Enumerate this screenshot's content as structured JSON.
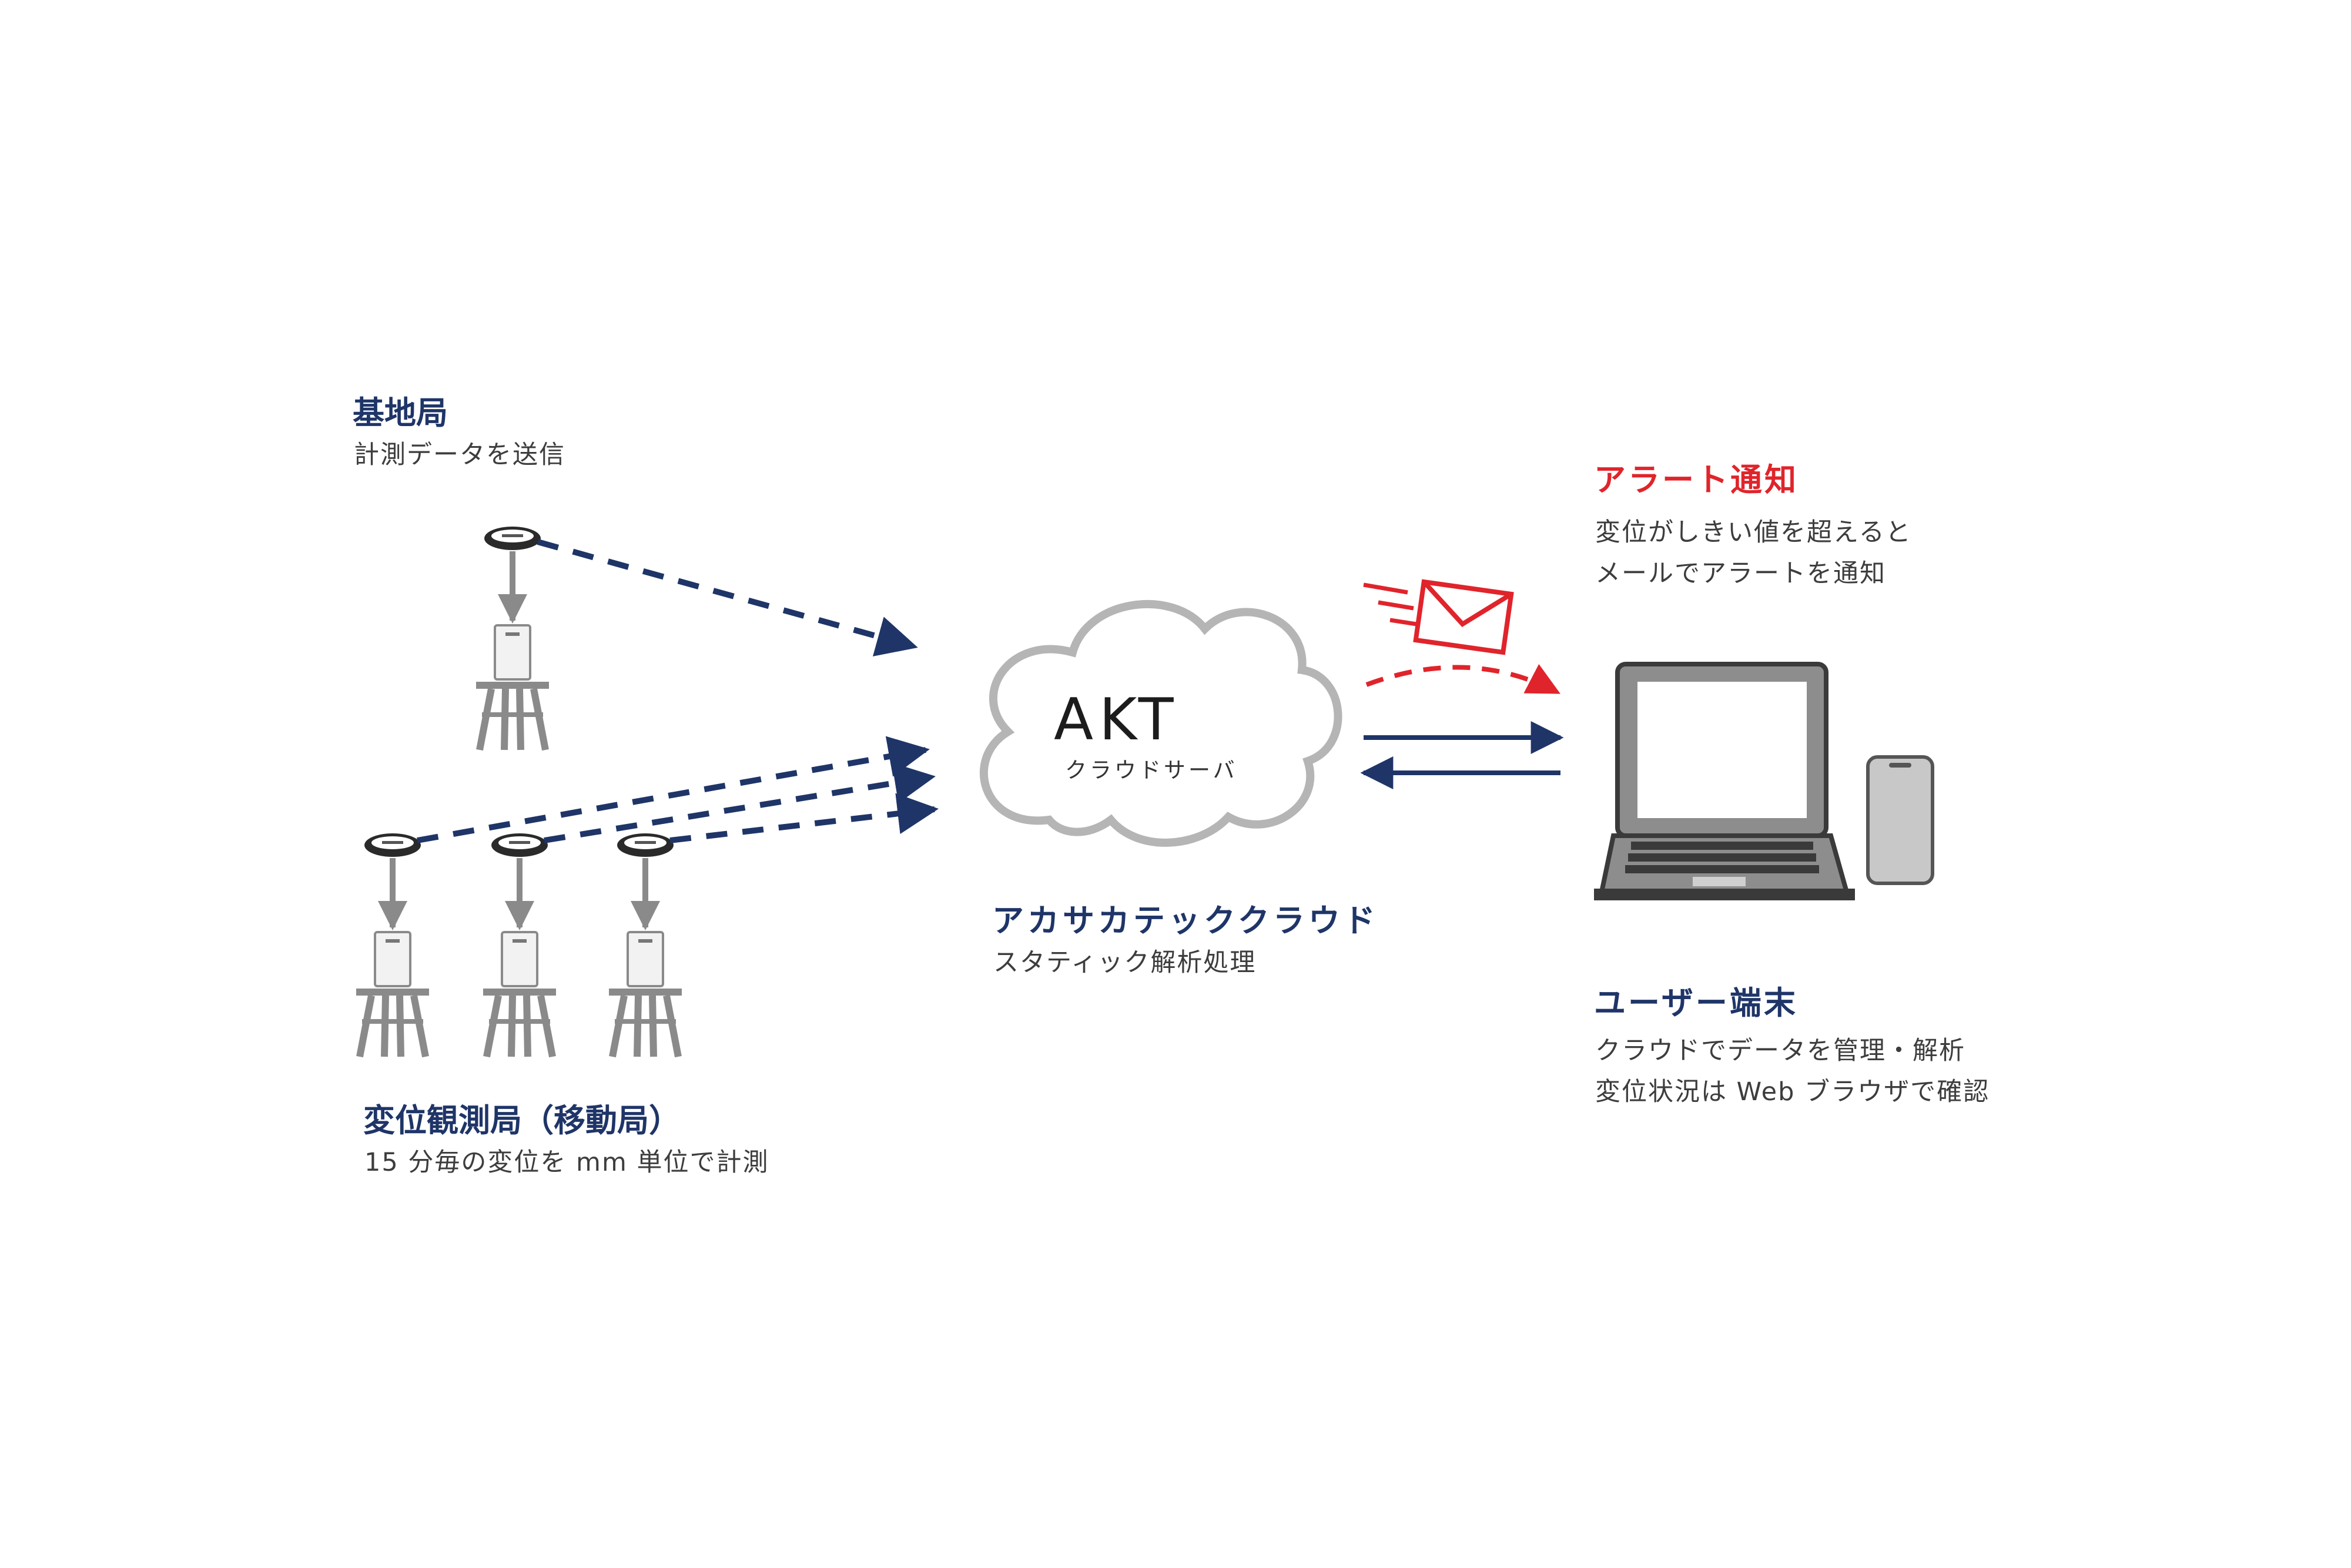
{
  "base_station": {
    "title": "基地局",
    "desc": "計測データを送信"
  },
  "rover_stations": {
    "title": "変位観測局（移動局）",
    "desc": "15 分毎の変位を mm 単位で計測"
  },
  "cloud": {
    "logo": "AKT",
    "server_label": "クラウドサーバ",
    "title": "アカサカテッククラウド",
    "desc": "スタティック解析処理"
  },
  "alert": {
    "title": "アラート通知",
    "desc_line1": "変位がしきい値を超えると",
    "desc_line2": "メールでアラートを通知"
  },
  "user_terminal": {
    "title": "ユーザー端末",
    "desc_line1": "クラウドでデータを管理・解析",
    "desc_line2": "変位状況は Web ブラウザで確認"
  },
  "colors": {
    "navy": "#1f3568",
    "alert_red": "#e0242b",
    "gray": "#8a8a8a",
    "dark": "#3a3a3a"
  }
}
